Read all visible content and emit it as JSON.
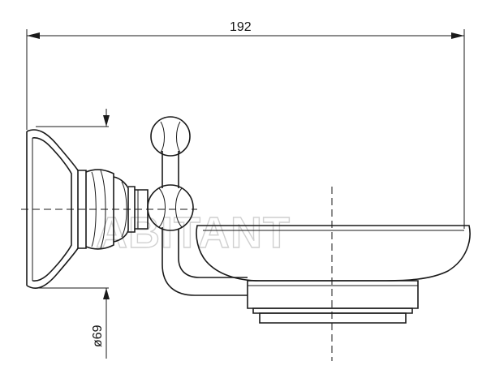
{
  "dimensions": {
    "width_label": "192",
    "diameter_label": "ø69"
  },
  "watermark": {
    "text": "ABITANT"
  },
  "colors": {
    "line": "#1a1a1a",
    "watermark": "#d0d0d0"
  }
}
